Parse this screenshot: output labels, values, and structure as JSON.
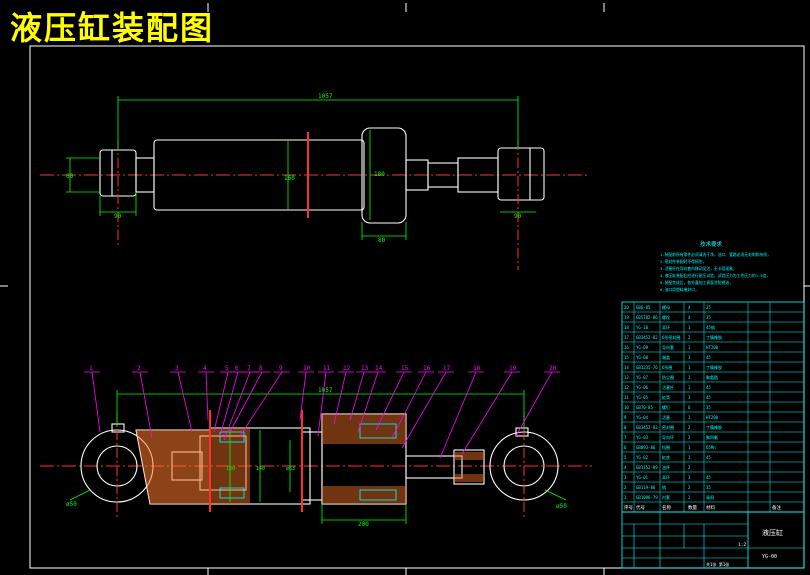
{
  "title": "液压缸装配图",
  "top_view": {
    "dim_overall": "1057",
    "dim_left_eye": "90",
    "dim_right_eye": "90",
    "dim_flange": "80",
    "dim_height": "60",
    "dim_bore": "160",
    "dim_flange_dia": "180"
  },
  "section_view": {
    "dim_overall": "1057",
    "dim_gland": "200",
    "dim_d1": "100",
    "dim_d2": "140",
    "dim_d3": "ø63",
    "dim_pin_left": "ø50",
    "dim_pin_right": "ø50"
  },
  "balloons": [
    "1",
    "2",
    "3",
    "4",
    "5",
    "6",
    "7",
    "8",
    "9",
    "10",
    "11",
    "12",
    "13",
    "14",
    "15",
    "16",
    "17",
    "18",
    "19",
    "20"
  ],
  "tech_notes": {
    "heading": "技术要求",
    "lines": [
      "1.装配前所有零件必须清洗干净，油口、管路必须无毛刺和杂质，",
      "2.密封件装配时不得损伤，",
      "3.活塞杆在导向套内移动灵活，无卡阻现象，",
      "4.液压缸装配后应进行耐压试验，试验压力为工作压力的1.5倍，",
      "5.装配完成后，各外露加工表面涂防锈油，",
      "6.油口用塑料堵封口，"
    ]
  },
  "bom_rows": [
    [
      "20",
      "GB6-85",
      "螺母",
      "4",
      "35",
      ""
    ],
    [
      "19",
      "GB5782-86",
      "螺栓",
      "4",
      "35",
      ""
    ],
    [
      "18",
      "YG-10",
      "耳环",
      "1",
      "45钢",
      ""
    ],
    [
      "17",
      "GB3452-82",
      "O形密封圈",
      "2",
      "丁腈橡胶",
      ""
    ],
    [
      "16",
      "YG-09",
      "导向套",
      "1",
      "HT200",
      ""
    ],
    [
      "15",
      "YG-08",
      "端盖",
      "1",
      "45",
      ""
    ],
    [
      "14",
      "GB1235-76",
      "O形圈",
      "1",
      "丁腈橡胶",
      ""
    ],
    [
      "13",
      "YG-07",
      "防尘圈",
      "1",
      "聚氨酯",
      ""
    ],
    [
      "12",
      "YG-06",
      "活塞杆",
      "1",
      "45",
      ""
    ],
    [
      "11",
      "YG-05",
      "缸筒",
      "1",
      "45",
      ""
    ],
    [
      "10",
      "GB70-85",
      "螺钉",
      "6",
      "35",
      ""
    ],
    [
      "9",
      "YG-04",
      "活塞",
      "1",
      "HT200",
      ""
    ],
    [
      "8",
      "GB3452-82",
      "密封圈",
      "2",
      "丁腈橡胶",
      ""
    ],
    [
      "7",
      "YG-03",
      "导向环",
      "2",
      "聚四氟",
      ""
    ],
    [
      "6",
      "GB893-86",
      "挡圈",
      "1",
      "65Mn",
      ""
    ],
    [
      "5",
      "YG-02",
      "缸底",
      "1",
      "45",
      ""
    ],
    [
      "4",
      "GB1152-89",
      "油杯",
      "2",
      "",
      ""
    ],
    [
      "3",
      "YG-01",
      "耳环",
      "1",
      "45",
      ""
    ],
    [
      "2",
      "GB119-86",
      "销",
      "2",
      "35",
      ""
    ],
    [
      "1",
      "GB1096-79",
      "衬套",
      "2",
      "青铜",
      ""
    ]
  ],
  "bom_header": [
    "序号",
    "代号",
    "名称",
    "数量",
    "材料",
    "备注"
  ],
  "title_block": {
    "name": "液压缸",
    "drawing_no": "YG-00",
    "scale": "1:2",
    "sheet": "共1张 第1张"
  }
}
